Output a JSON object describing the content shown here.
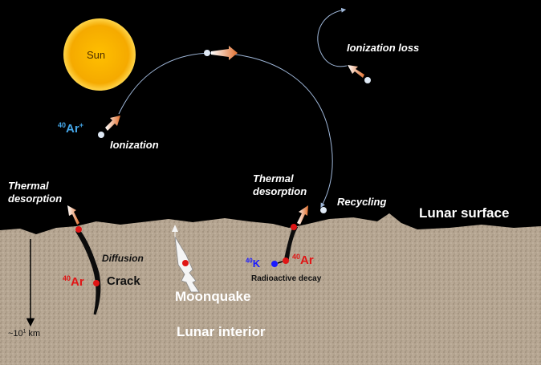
{
  "labels": {
    "sun": "Sun",
    "ionization_loss": "Ionization loss",
    "ar_ion_mass": "40",
    "ar_ion_symbol": "Ar",
    "ar_ion_charge": "+",
    "ionization": "Ionization",
    "thermal_desorption_left_line1": "Thermal",
    "thermal_desorption_left_line2": "desorption",
    "thermal_desorption_right_line1": "Thermal",
    "thermal_desorption_right_line2": "desorption",
    "recycling": "Recycling",
    "lunar_surface": "Lunar surface",
    "diffusion": "Diffusion",
    "ar_left_mass": "40",
    "ar_left_symbol": "Ar",
    "crack": "Crack",
    "k_mass": "40",
    "k_symbol": "K",
    "ar_right_mass": "40",
    "ar_right_symbol": "Ar",
    "radioactive_decay": "Radioactive decay",
    "moonquake": "Moonquake",
    "depth_prefix": "~10",
    "depth_exp": "1",
    "depth_unit": " km",
    "lunar_interior": "Lunar interior"
  },
  "colors": {
    "space": "#000000",
    "regolith": "#b6a692",
    "sun_fill": "#f7b500",
    "sun_glow": "#ffd54a",
    "argon_red": "#e01515",
    "argon_ion_blue": "#45a6e8",
    "potassium_blue": "#1a1aff",
    "trajectory": "#9fb7d9",
    "atom_white": "#dfe9f5",
    "crack_black": "#0c0c0c"
  }
}
